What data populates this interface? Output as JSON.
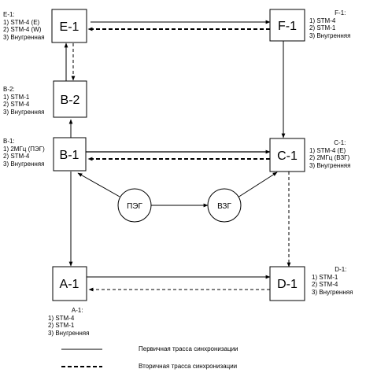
{
  "nodes": {
    "E1": {
      "label": "E-1",
      "info_title": "E-1:",
      "info": [
        "1) STM-4 (E)",
        "2) STM-4 (W)",
        "3) Внугренная"
      ]
    },
    "F1": {
      "label": "F-1",
      "info_title": "F-1:",
      "info": [
        "1) STM-4",
        "2) STM-1",
        "3) Внугренняя"
      ]
    },
    "B2": {
      "label": "B-2",
      "info_title": "B-2:",
      "info": [
        "1) STM-1",
        "2) STM-4",
        "3) Внугренняя"
      ]
    },
    "B1": {
      "label": "B-1",
      "info_title": "B-1:",
      "info": [
        "1) 2МГц (ПЭГ)",
        "2) STM-4",
        "3) Внугренняя"
      ]
    },
    "C1": {
      "label": "C-1",
      "info_title": "C-1:",
      "info": [
        "1) STM-4 (E)",
        "2) 2МГц (ВЗГ)",
        "3) Внугренняя"
      ]
    },
    "A1": {
      "label": "A-1",
      "info_title": "A-1:",
      "info": [
        "1) STM-4",
        "2) STM-1",
        "3) Внугренняя"
      ]
    },
    "D1": {
      "label": "D-1",
      "info_title": "D-1:",
      "info": [
        "1) STM-1",
        "2) STM-4",
        "3) Внугренняя"
      ]
    }
  },
  "generators": {
    "peg": {
      "label": "ПЭГ"
    },
    "vzg": {
      "label": "ВЗГ"
    }
  },
  "legend": {
    "primary": "Первичная трасса синхронизации",
    "secondary": "Вторичная трасса синхронизации"
  }
}
